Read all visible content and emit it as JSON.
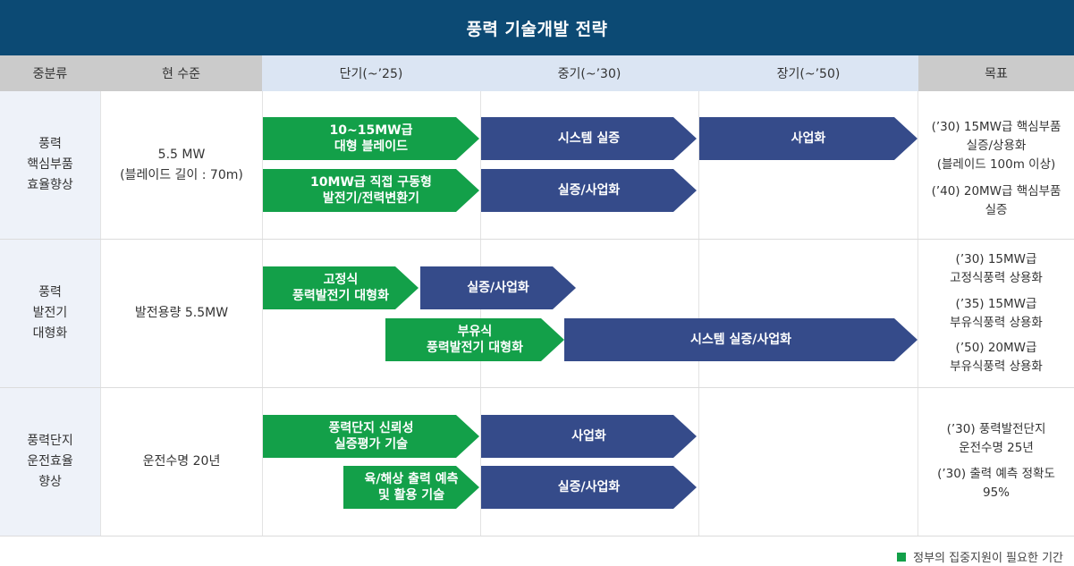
{
  "title": "풍력 기술개발 전략",
  "headers": {
    "category": "중분류",
    "current": "현 수준",
    "short": "단기(~’25)",
    "mid": "중기(~’30)",
    "long": "장기(~’50)",
    "goal": "목표"
  },
  "rows": [
    {
      "category": "풍력\n핵심부품\n효율향상",
      "current": "5.5 MW\n(블레이드 길이 : 70m)",
      "bars": [
        {
          "label": "10~15MW급\n대형 블레이드",
          "type": "green"
        },
        {
          "label": "시스템 실증",
          "type": "navy"
        },
        {
          "label": "사업화",
          "type": "navy"
        },
        {
          "label": "10MW급 직접 구동형\n발전기/전력변환기",
          "type": "green"
        },
        {
          "label": "실증/사업화",
          "type": "navy"
        }
      ],
      "goals": [
        "(’30) 15MW급 핵심부품\n실증/상용화\n(블레이드 100m 이상)",
        "(’40) 20MW급 핵심부품\n실증"
      ]
    },
    {
      "category": "풍력\n발전기\n대형화",
      "current": "발전용량 5.5MW",
      "bars": [
        {
          "label": "고정식\n풍력발전기 대형화",
          "type": "green"
        },
        {
          "label": "실증/사업화",
          "type": "navy"
        },
        {
          "label": "부유식\n풍력발전기 대형화",
          "type": "green"
        },
        {
          "label": "시스템 실증/사업화",
          "type": "navy"
        }
      ],
      "goals": [
        "(’30) 15MW급\n고정식풍력 상용화",
        "(’35) 15MW급\n부유식풍력 상용화",
        "(’50) 20MW급\n부유식풍력 상용화"
      ]
    },
    {
      "category": "풍력단지\n운전효율\n향상",
      "current": "운전수명 20년",
      "bars": [
        {
          "label": "풍력단지 신뢰성\n실증평가 기술",
          "type": "green"
        },
        {
          "label": "사업화",
          "type": "navy"
        },
        {
          "label": "육/해상 출력 예측\n및 활용 기술",
          "type": "green"
        },
        {
          "label": "실증/사업화",
          "type": "navy"
        }
      ],
      "goals": [
        "(’30) 풍력발전단지\n운전수명 25년",
        "(’30) 출력 예측 정확도\n95%"
      ]
    }
  ],
  "legend": {
    "label": "정부의 집중지원이 필요한 기간",
    "color": "#13a049"
  },
  "colors": {
    "title_bg": "#0c4a74",
    "green_bar": "#13a049",
    "navy_bar": "#354b8a"
  }
}
